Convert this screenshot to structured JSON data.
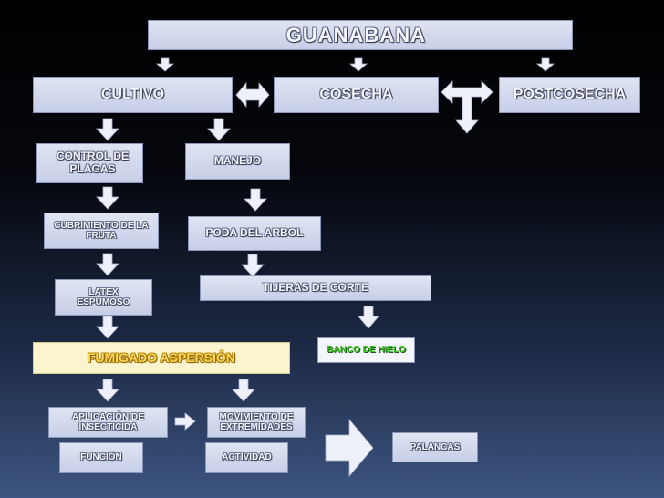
{
  "nodes": {
    "guanabana": "GUANABANA",
    "cultivo": "CULTIVO",
    "cosecha": "COSECHA",
    "postcosecha": "POSTCOSECHA",
    "control_plagas": "CONTROL DE PLAGAS",
    "manejo": "MANEJO",
    "cubrimiento_fruta": "CUBRIMIENTO DE LA FRUTA",
    "poda_arbol": "PODA DEL ARBOL",
    "latex_espumoso": "LATEX ESPUMOSO",
    "tijeras_corte": "TIJERAS DE CORTE",
    "banco_hielo": "BANCO DE HIELO",
    "fumigado_aspersion": "FUMIGADO ASPERSIÓN",
    "aplicacion_insecticida": "APLICACIÓN DE INSECTICIDA",
    "movimiento_extremidades": "MOVIMIENTO DE EXTREMIDADES",
    "funcion": "FUNCIÓN",
    "actividad": "ACTIVIDAD",
    "palancas": "PALANCAS"
  },
  "colors": {
    "box_fill": "#cfd6ec",
    "highlight_fill": "#fcf4cf",
    "highlight_text": "#ffd45a",
    "green_text": "#3fbf2a",
    "arrow_fill": "#eef1fa"
  }
}
